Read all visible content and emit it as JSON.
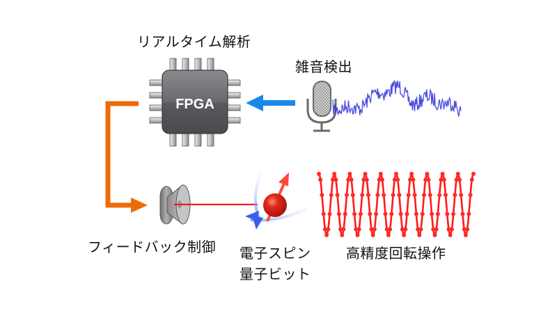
{
  "labels": {
    "realtime_analysis": "リアルタイム解析",
    "noise_detection": "雑音検出",
    "feedback_control": "フィードバック制御",
    "electron_spin": "電子スピン",
    "qubit": "量子ビット",
    "precision_rotation": "高精度回転操作",
    "fpga": "FPGA"
  },
  "colors": {
    "feedback_arrow": "#ee6a0a",
    "input_arrow": "#1a88e8",
    "noise_trace": "#2a2ad8",
    "rotation_trace": "#ff1a1a",
    "laser_line": "#e82020",
    "chip_body": "#5e5e62",
    "spin_ball": "#d81818"
  },
  "signals": {
    "rotation_cycles": 10,
    "noise_samples": 180
  }
}
